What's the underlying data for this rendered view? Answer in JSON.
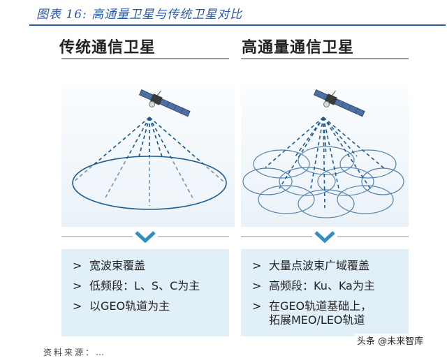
{
  "figure": {
    "title": "图表 16:  高通量卫星与传统卫星对比"
  },
  "left": {
    "title": "传统通信卫星",
    "bullet": ">",
    "items": [
      "宽波束覆盖",
      "低频段：L、S、C为主",
      "以GEO轨道为主"
    ]
  },
  "right": {
    "title": "高通量通信卫星",
    "bullet": ">",
    "items": [
      "大量点波束广域覆盖",
      "高频段：Ku、Ka为主",
      "在GEO轨道基础上，",
      "拓展MEO/LEO轨道"
    ]
  },
  "watermark": "头条 @未来智库",
  "footer_partial": "资料来源：…",
  "colors": {
    "accent": "#2a5aa6",
    "beam": "#1f5c8f",
    "panel_bg": "#e1eff8",
    "chevron": "#2f8fc0"
  },
  "icons": [
    "satellite-icon",
    "chevron-down-icon"
  ]
}
